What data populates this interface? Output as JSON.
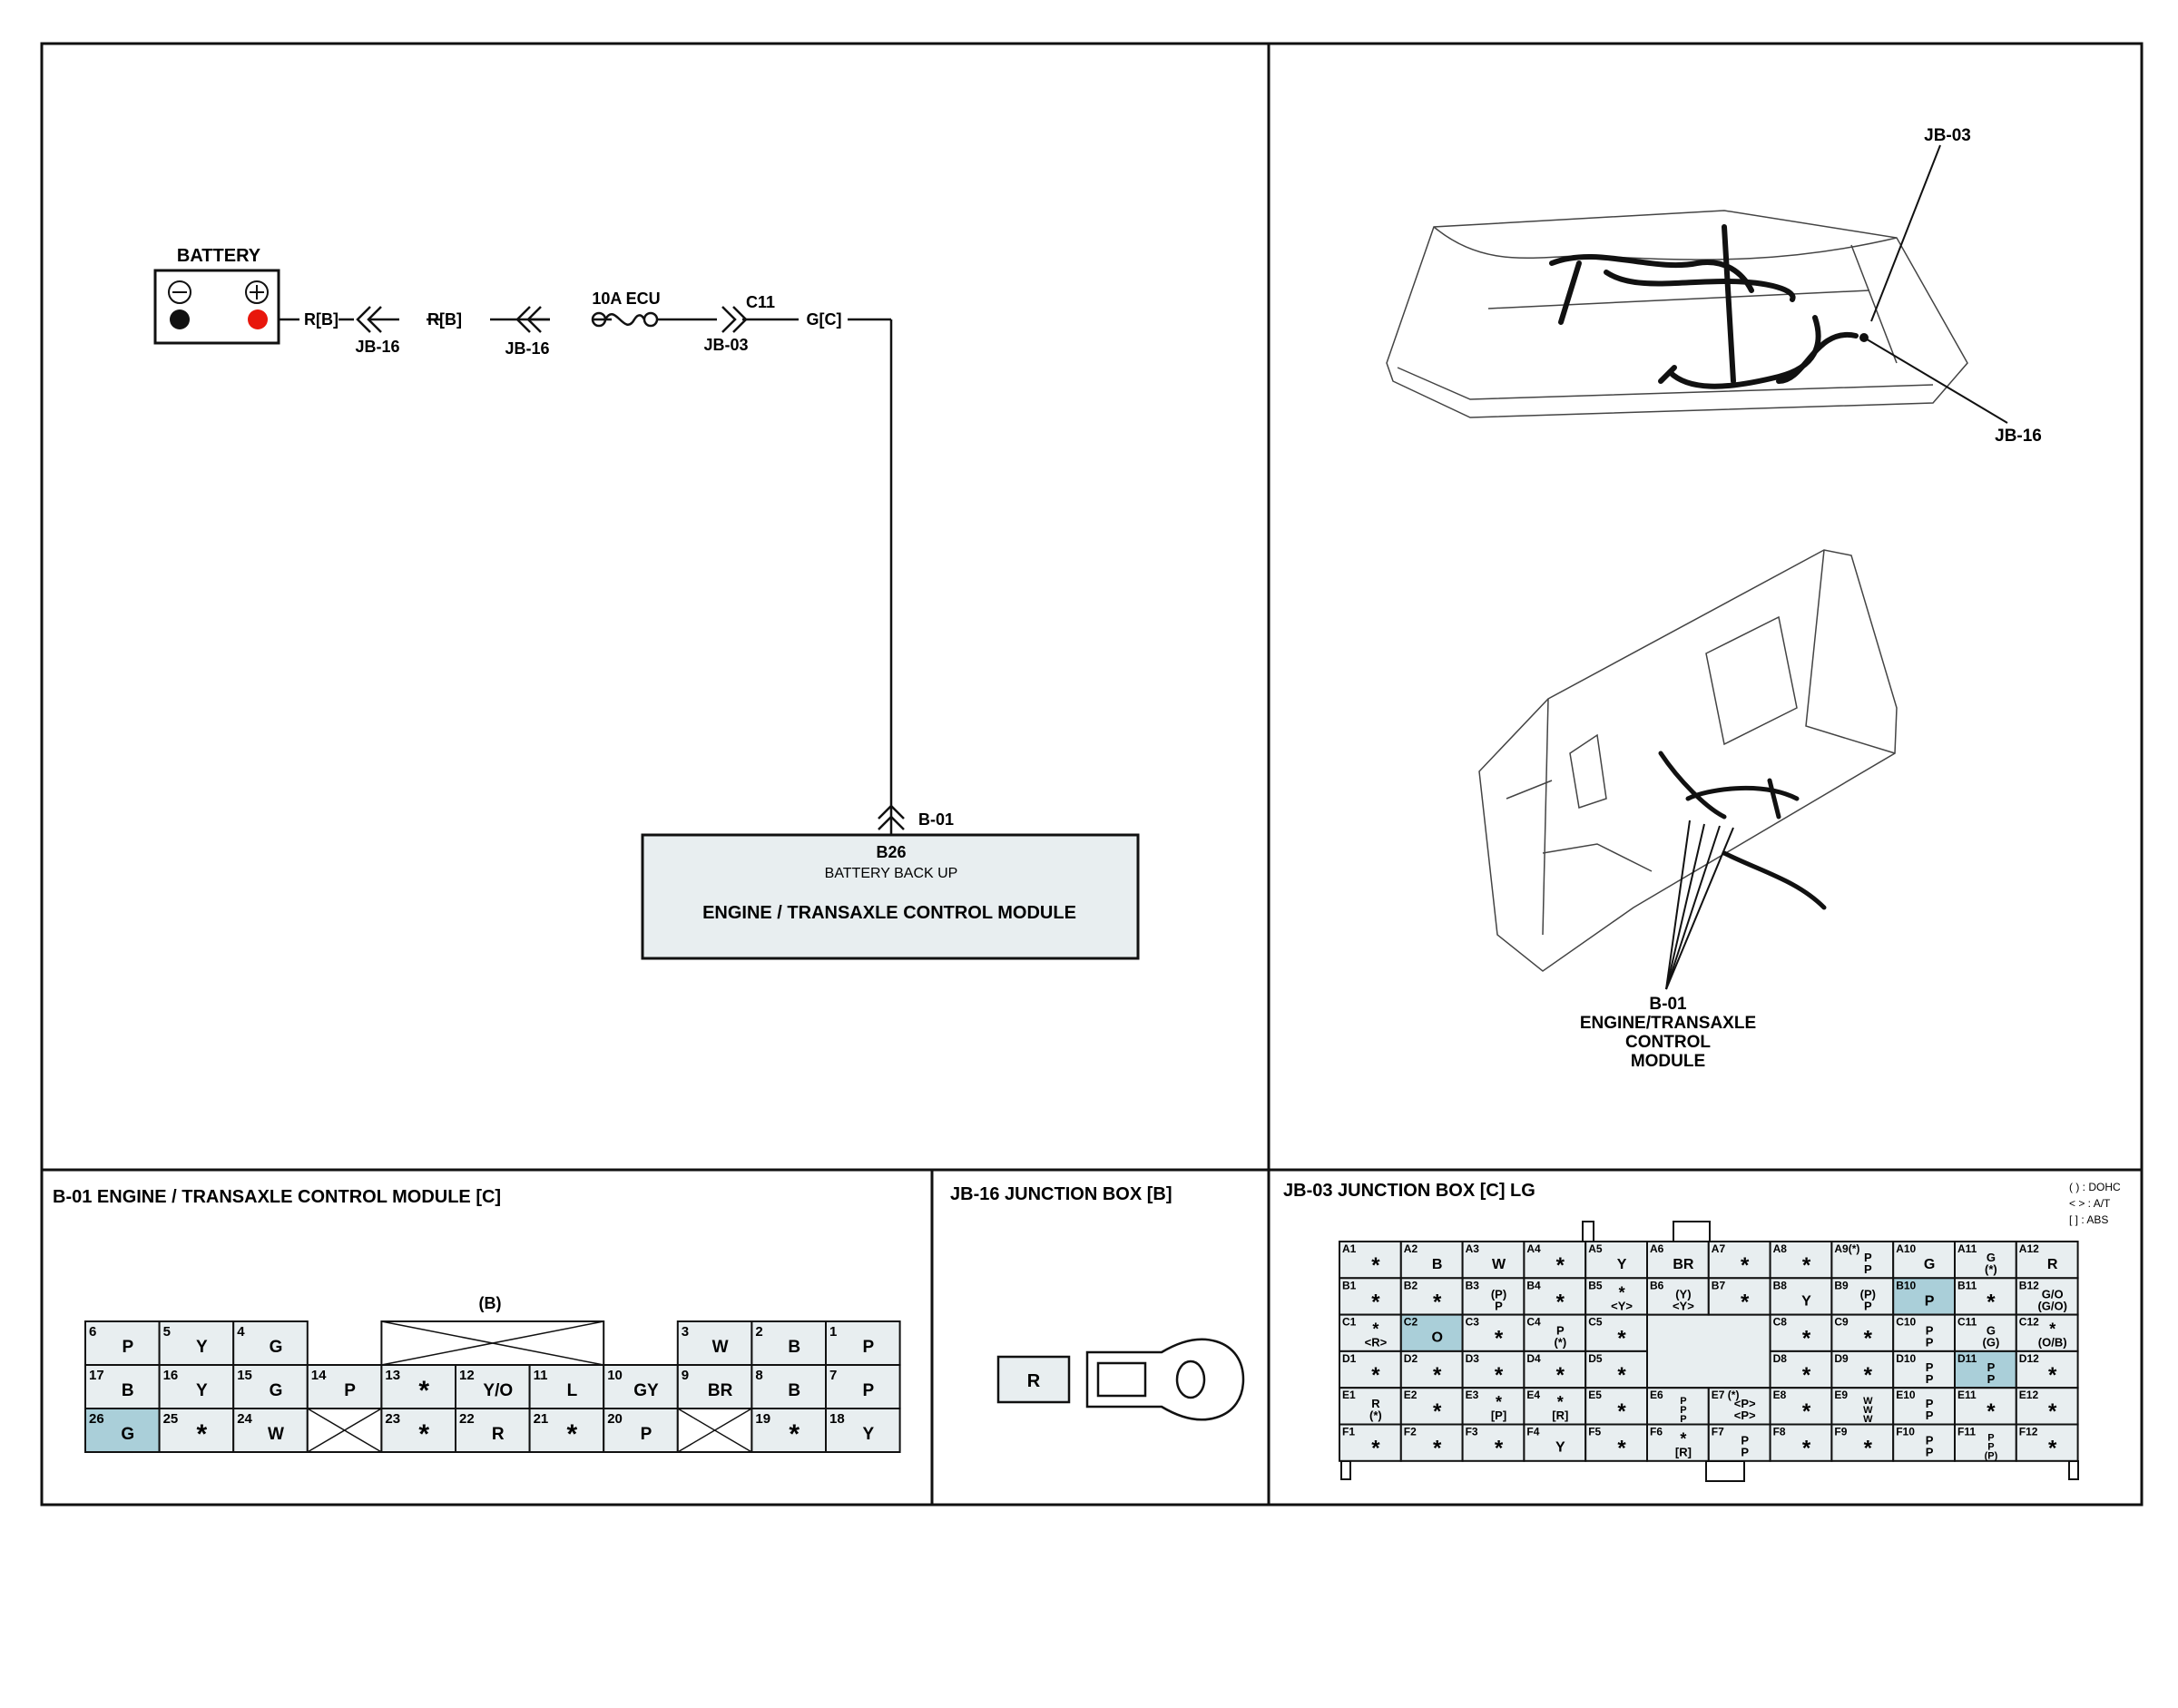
{
  "colors": {
    "cell_fill": "#e8eef0",
    "highlight": "#aacfd9",
    "battery_pos": "#e8160c",
    "battery_neg": "#111111"
  },
  "schematic": {
    "battery_label": "BATTERY",
    "wires": [
      "R[B]",
      "R[B]",
      "G[C]"
    ],
    "jb16_a": "JB-16",
    "jb16_b": "JB-16",
    "fuse": "10A ECU",
    "connector": "C11",
    "jb03": "JB-03",
    "module_conn": "B-01",
    "module_pin": "B26",
    "module_func": "BATTERY BACK UP",
    "module_name": "ENGINE / TRANSAXLE CONTROL MODULE"
  },
  "locator": {
    "jb03": "JB-03",
    "jb16": "JB-16",
    "b01_lines": [
      "B-01",
      "ENGINE/TRANSAXLE",
      "CONTROL",
      "MODULE"
    ]
  },
  "b01": {
    "title": "B-01 ENGINE / TRANSAXLE CONTROL MODULE [C]",
    "group_label": "(B)",
    "rows": [
      [
        [
          "6",
          "P"
        ],
        [
          "5",
          "Y"
        ],
        [
          "4",
          "G"
        ],
        null,
        null,
        null,
        null,
        null,
        [
          "3",
          "W"
        ],
        [
          "2",
          "B"
        ],
        [
          "1",
          "P"
        ]
      ],
      [
        [
          "17",
          "B"
        ],
        [
          "16",
          "Y"
        ],
        [
          "15",
          "G"
        ],
        [
          "14",
          "P"
        ],
        [
          "13",
          "*"
        ],
        [
          "12",
          "Y/O"
        ],
        [
          "11",
          "L"
        ],
        [
          "10",
          "GY"
        ],
        [
          "9",
          "BR"
        ],
        [
          "8",
          "B"
        ],
        [
          "7",
          "P"
        ]
      ],
      [
        [
          "26",
          "G",
          true
        ],
        [
          "25",
          "*"
        ],
        [
          "24",
          "W"
        ],
        "X",
        [
          "23",
          "*"
        ],
        [
          "22",
          "R"
        ],
        [
          "21",
          "*"
        ],
        [
          "20",
          "P"
        ],
        "X",
        [
          "19",
          "*"
        ],
        [
          "18",
          "Y"
        ]
      ]
    ]
  },
  "jb16": {
    "title": "JB-16 JUNCTION BOX [B]",
    "terminal": "R"
  },
  "jb03": {
    "title": "JB-03 JUNCTION BOX [C] LG",
    "legend": [
      "(   ) : DOHC",
      "<   > : A/T",
      "[   ] : ABS"
    ],
    "rows": [
      [
        [
          "A1",
          "*"
        ],
        [
          "A2",
          "B"
        ],
        [
          "A3",
          "W"
        ],
        [
          "A4",
          "*"
        ],
        [
          "A5",
          "Y"
        ],
        [
          "A6",
          "BR"
        ],
        [
          "A7",
          "*"
        ],
        [
          "A8",
          "*"
        ],
        [
          "A9(*)",
          "P|P"
        ],
        [
          "A10",
          "G"
        ],
        [
          "A11",
          "G|(*)"
        ],
        [
          "A12",
          "R"
        ]
      ],
      [
        [
          "B1",
          "*"
        ],
        [
          "B2",
          "*"
        ],
        [
          "B3",
          "(P)|P"
        ],
        [
          "B4",
          "*"
        ],
        [
          "B5",
          "*|<Y>"
        ],
        [
          "B6",
          "(Y)|<Y>"
        ],
        [
          "B7",
          "*"
        ],
        [
          "B8",
          "Y"
        ],
        [
          "B9",
          "(P)|P"
        ],
        [
          "B10",
          "P",
          true
        ],
        [
          "B11",
          "*"
        ],
        [
          "B12",
          "G/O|(G/O)"
        ]
      ],
      [
        [
          "C1",
          "*|<R>"
        ],
        [
          "C2",
          "O",
          true
        ],
        [
          "C3",
          "*"
        ],
        [
          "C4",
          "P|(*)"
        ],
        [
          "C5",
          "*"
        ],
        null,
        null,
        [
          "C8",
          "*"
        ],
        [
          "C9",
          "*"
        ],
        [
          "C10",
          "P|P"
        ],
        [
          "C11",
          "G|(G)"
        ],
        [
          "C12",
          "*|(O/B)"
        ]
      ],
      [
        [
          "D1",
          "*"
        ],
        [
          "D2",
          "*"
        ],
        [
          "D3",
          "*"
        ],
        [
          "D4",
          "*"
        ],
        [
          "D5",
          "*"
        ],
        null,
        null,
        [
          "D8",
          "*"
        ],
        [
          "D9",
          "*"
        ],
        [
          "D10",
          "P|P"
        ],
        [
          "D11",
          "P|P",
          true
        ],
        [
          "D12",
          "*"
        ]
      ],
      [
        [
          "E1",
          "R|(*)"
        ],
        [
          "E2",
          "*"
        ],
        [
          "E3",
          "*|[P]"
        ],
        [
          "E4",
          "*|[R]"
        ],
        [
          "E5",
          "*"
        ],
        [
          "E6",
          "P|P|P"
        ],
        [
          "E7 (*)",
          "<P>|<P>"
        ],
        [
          "E8",
          "*"
        ],
        [
          "E9",
          "W|W|W"
        ],
        [
          "E10",
          "P|P"
        ],
        [
          "E11",
          "*"
        ],
        [
          "E12",
          "*"
        ]
      ],
      [
        [
          "F1",
          "*"
        ],
        [
          "F2",
          "*"
        ],
        [
          "F3",
          "*"
        ],
        [
          "F4",
          "Y"
        ],
        [
          "F5",
          "*"
        ],
        [
          "F6",
          "*|[R]"
        ],
        [
          "F7",
          "P|P"
        ],
        [
          "F8",
          "*"
        ],
        [
          "F9",
          "*"
        ],
        [
          "F10",
          "P|P"
        ],
        [
          "F11",
          "P|P|(P)"
        ],
        [
          "F12",
          "*"
        ]
      ]
    ]
  }
}
